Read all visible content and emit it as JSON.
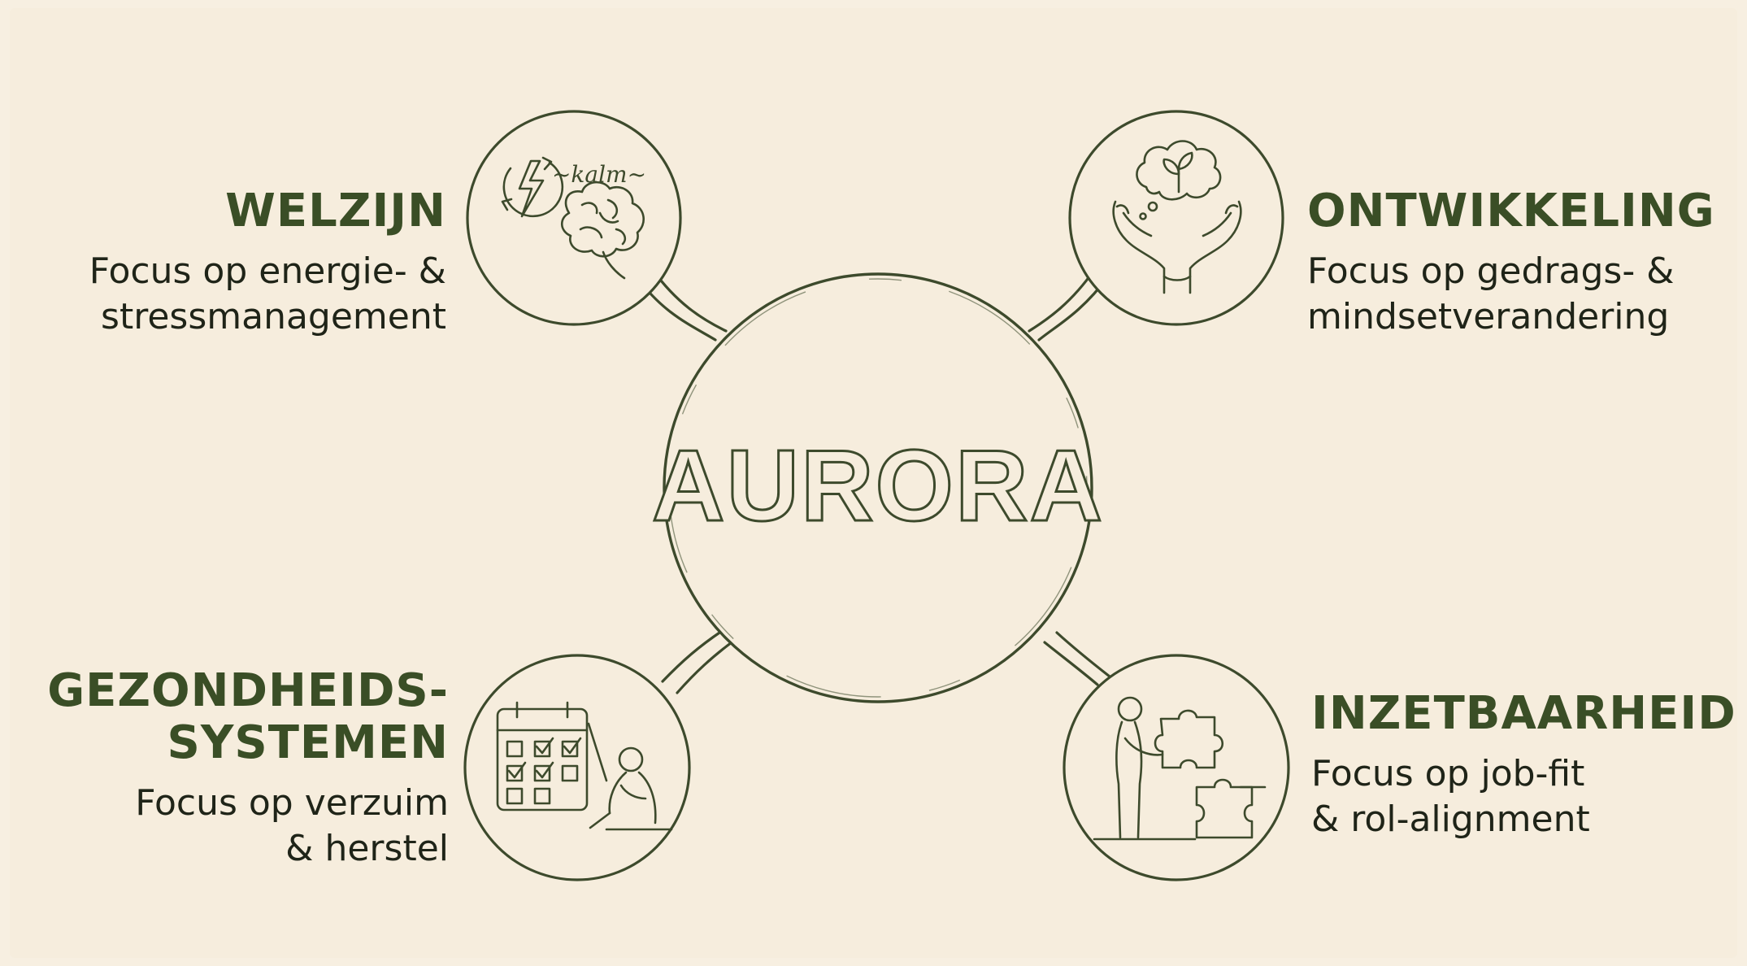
{
  "center": {
    "label": "AURORA"
  },
  "colors": {
    "background": "#f6eddd",
    "line": "#3d4a2c",
    "title": "#3a4e26",
    "text": "#1f2418"
  },
  "nodes": [
    {
      "id": "welzijn",
      "title": "WELZIJN",
      "description": "Focus op energie- &\nstressmanagement",
      "icon": "energy-brain-calm-icon",
      "icon_text": "~kalm~"
    },
    {
      "id": "ontwikkeling",
      "title": "ONTWIKKELING",
      "description": "Focus op gedrags- &\nmindsetverandering",
      "icon": "hands-cloud-sprout-icon"
    },
    {
      "id": "gezondheidssystemen",
      "title": "GEZONDHEIDS-\nSYSTEMEN",
      "description": "Focus op verzuim\n& herstel",
      "icon": "calendar-sitting-person-icon"
    },
    {
      "id": "inzetbaarheid",
      "title": "INZETBAARHEID",
      "description": "Focus op job-fit\n& rol-alignment",
      "icon": "person-puzzle-icon"
    }
  ]
}
